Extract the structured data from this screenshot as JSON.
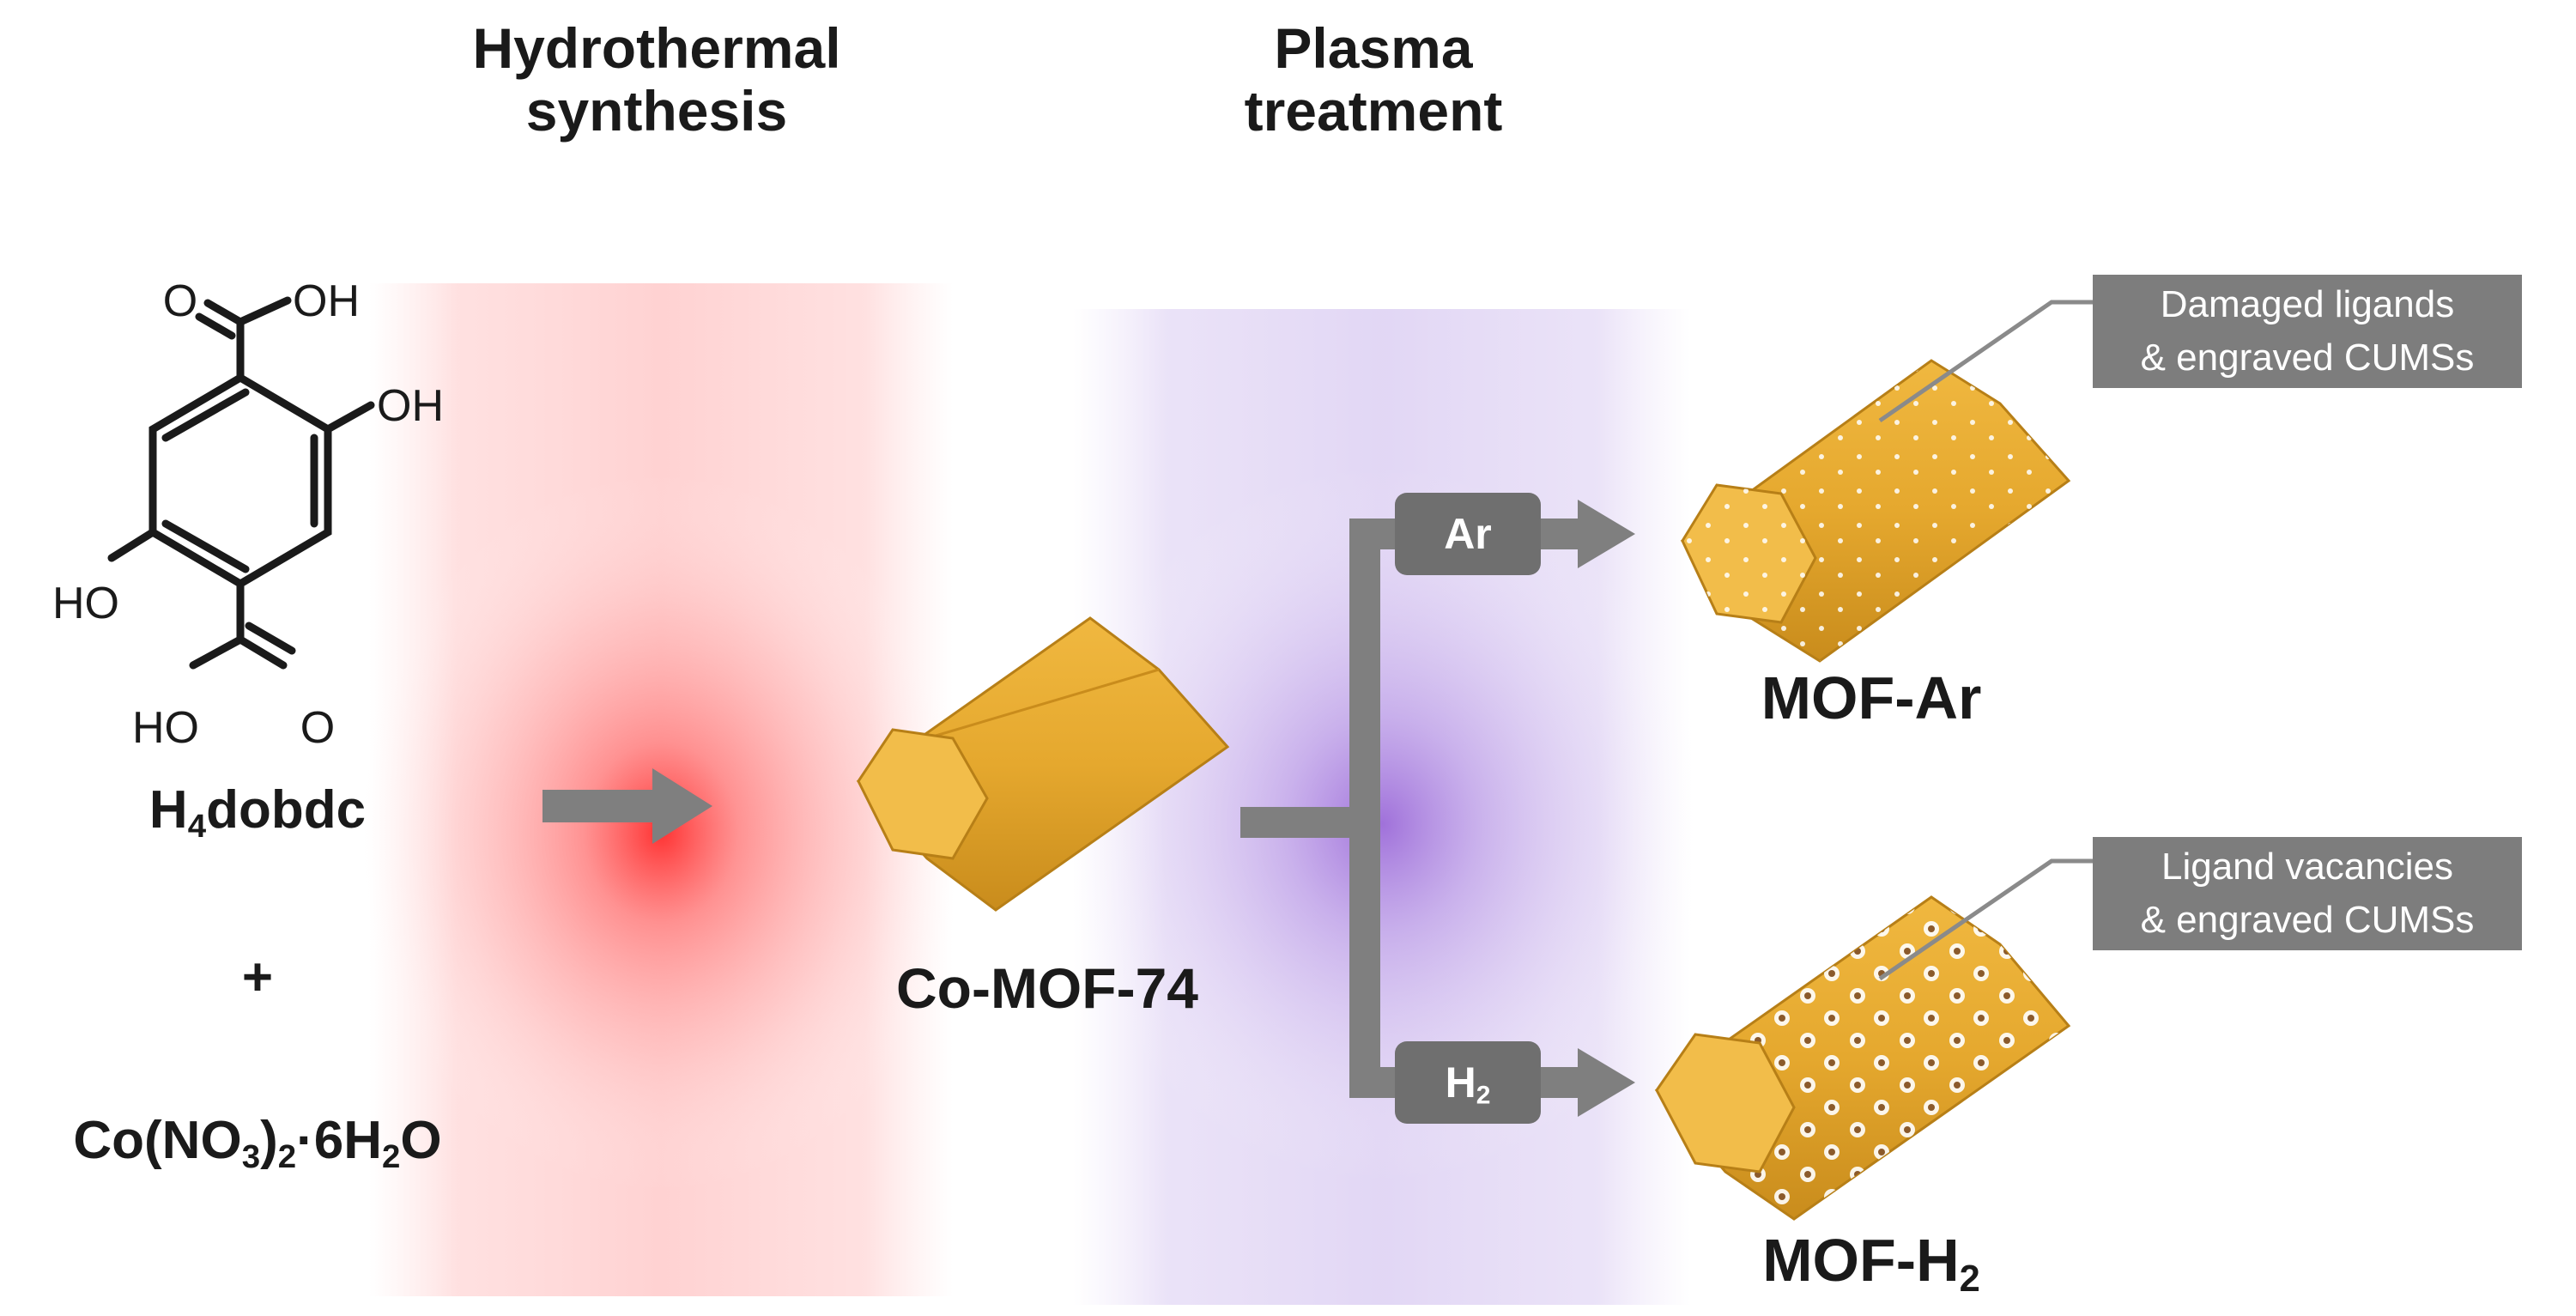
{
  "steps": {
    "hydrothermal": [
      "Hydrothermal",
      "synthesis"
    ],
    "plasma": [
      "Plasma",
      "treatment"
    ]
  },
  "precursors": {
    "ligand_main": "H",
    "ligand_sub": "4",
    "ligand_rest": "dobdc",
    "plus": "+",
    "salt_a": "Co(NO",
    "salt_b": "3",
    "salt_c": ")",
    "salt_d": "2",
    "salt_e": "·6H",
    "salt_f": "2",
    "salt_g": "O"
  },
  "structure_atoms": {
    "top_o": "O",
    "top_oh": "OH",
    "ring_oh": "OH",
    "ring_ho": "HO",
    "bottom_ho": "HO",
    "bottom_o": "O"
  },
  "products": {
    "mof": "Co-MOF-74",
    "mof_ar": "MOF-Ar",
    "mof_h2_main": "MOF-H",
    "mof_h2_sub": "2"
  },
  "gases": {
    "ar": "Ar",
    "h2_main": "H",
    "h2_sub": "2"
  },
  "callouts": {
    "ar": [
      "Damaged ligands",
      "& engraved CUMSs"
    ],
    "h2": [
      "Ligand vacancies",
      "& engraved CUMSs"
    ]
  },
  "colors": {
    "crystal": "#E5A82E",
    "crystal_dark": "#C98C1C",
    "crystal_end": "#F2BD4A",
    "arrow": "#7f7f7f",
    "callout": "#7d7d7d",
    "hydrothermal_glow": "#ff3b3b",
    "plasma_glow": "#8a4fd1"
  }
}
